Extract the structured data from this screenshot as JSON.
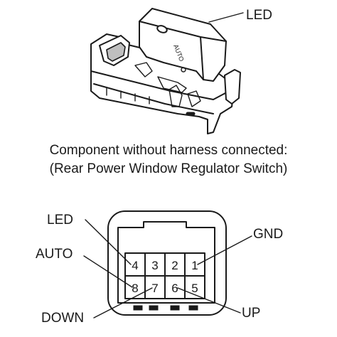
{
  "component": {
    "led_callout": "LED",
    "switch_face_text": "AUTO"
  },
  "caption": {
    "line1": "Component without harness connected:",
    "line2": "(Rear Power Window Regulator Switch)"
  },
  "connector": {
    "top_row_pins": [
      "4",
      "3",
      "2",
      "1"
    ],
    "bottom_row_pins": [
      "8",
      "7",
      "6",
      "5"
    ],
    "callouts": {
      "led": "LED",
      "auto": "AUTO",
      "down": "DOWN",
      "gnd": "GND",
      "up": "UP"
    }
  }
}
